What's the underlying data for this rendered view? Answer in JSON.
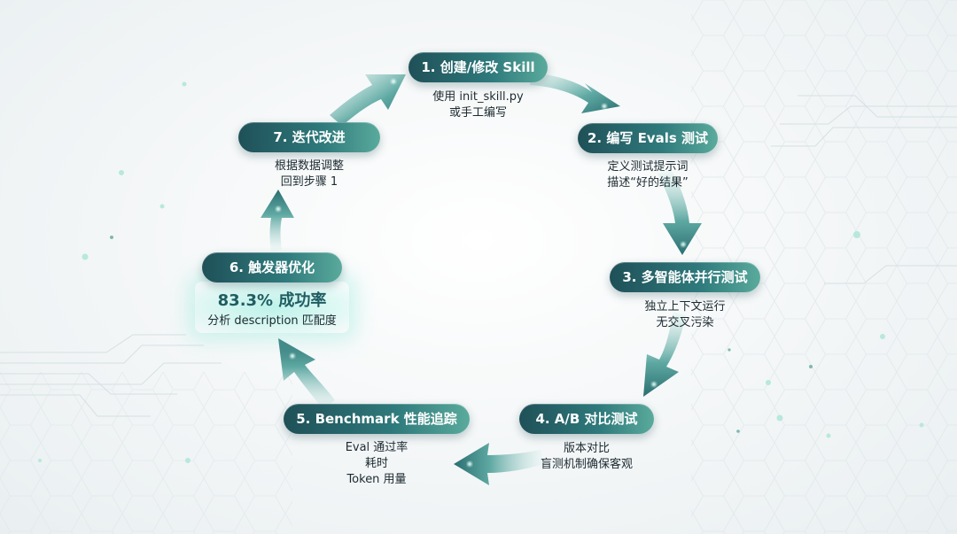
{
  "steps": [
    {
      "id": 1,
      "title": "1. 创建/修改 Skill",
      "lines": [
        "使用 init_skill.py",
        "或手工编写"
      ]
    },
    {
      "id": 2,
      "title": "2. 编写 Evals 测试",
      "lines": [
        "定义测试提示词",
        "描述“好的结果”"
      ]
    },
    {
      "id": 3,
      "title": "3. 多智能体并行测试",
      "lines": [
        "独立上下文运行",
        "无交叉污染"
      ]
    },
    {
      "id": 4,
      "title": "4. A/B 对比测试",
      "lines": [
        "版本对比",
        "盲测机制确保客观"
      ]
    },
    {
      "id": 5,
      "title": "5. Benchmark 性能追踪",
      "lines": [
        "Eval 通过率",
        "耗时",
        "Token 用量"
      ]
    },
    {
      "id": 6,
      "title": "6. 触发器优化",
      "highlight": "83.3% 成功率",
      "lines": [
        "分析 description 匹配度"
      ]
    },
    {
      "id": 7,
      "title": "7. 迭代改进",
      "lines": [
        "根据数据调整",
        "回到步骤 1"
      ]
    }
  ],
  "colors": {
    "pill_dark": "#1f5058",
    "pill_mid": "#2f7a7c",
    "pill_light": "#5aaa9c",
    "arrow_dark": "#2a6f71",
    "arrow_glow": "#9ff0dc",
    "accent_text": "#1f5d62"
  },
  "icons": [
    "flow-arrow-icon"
  ]
}
